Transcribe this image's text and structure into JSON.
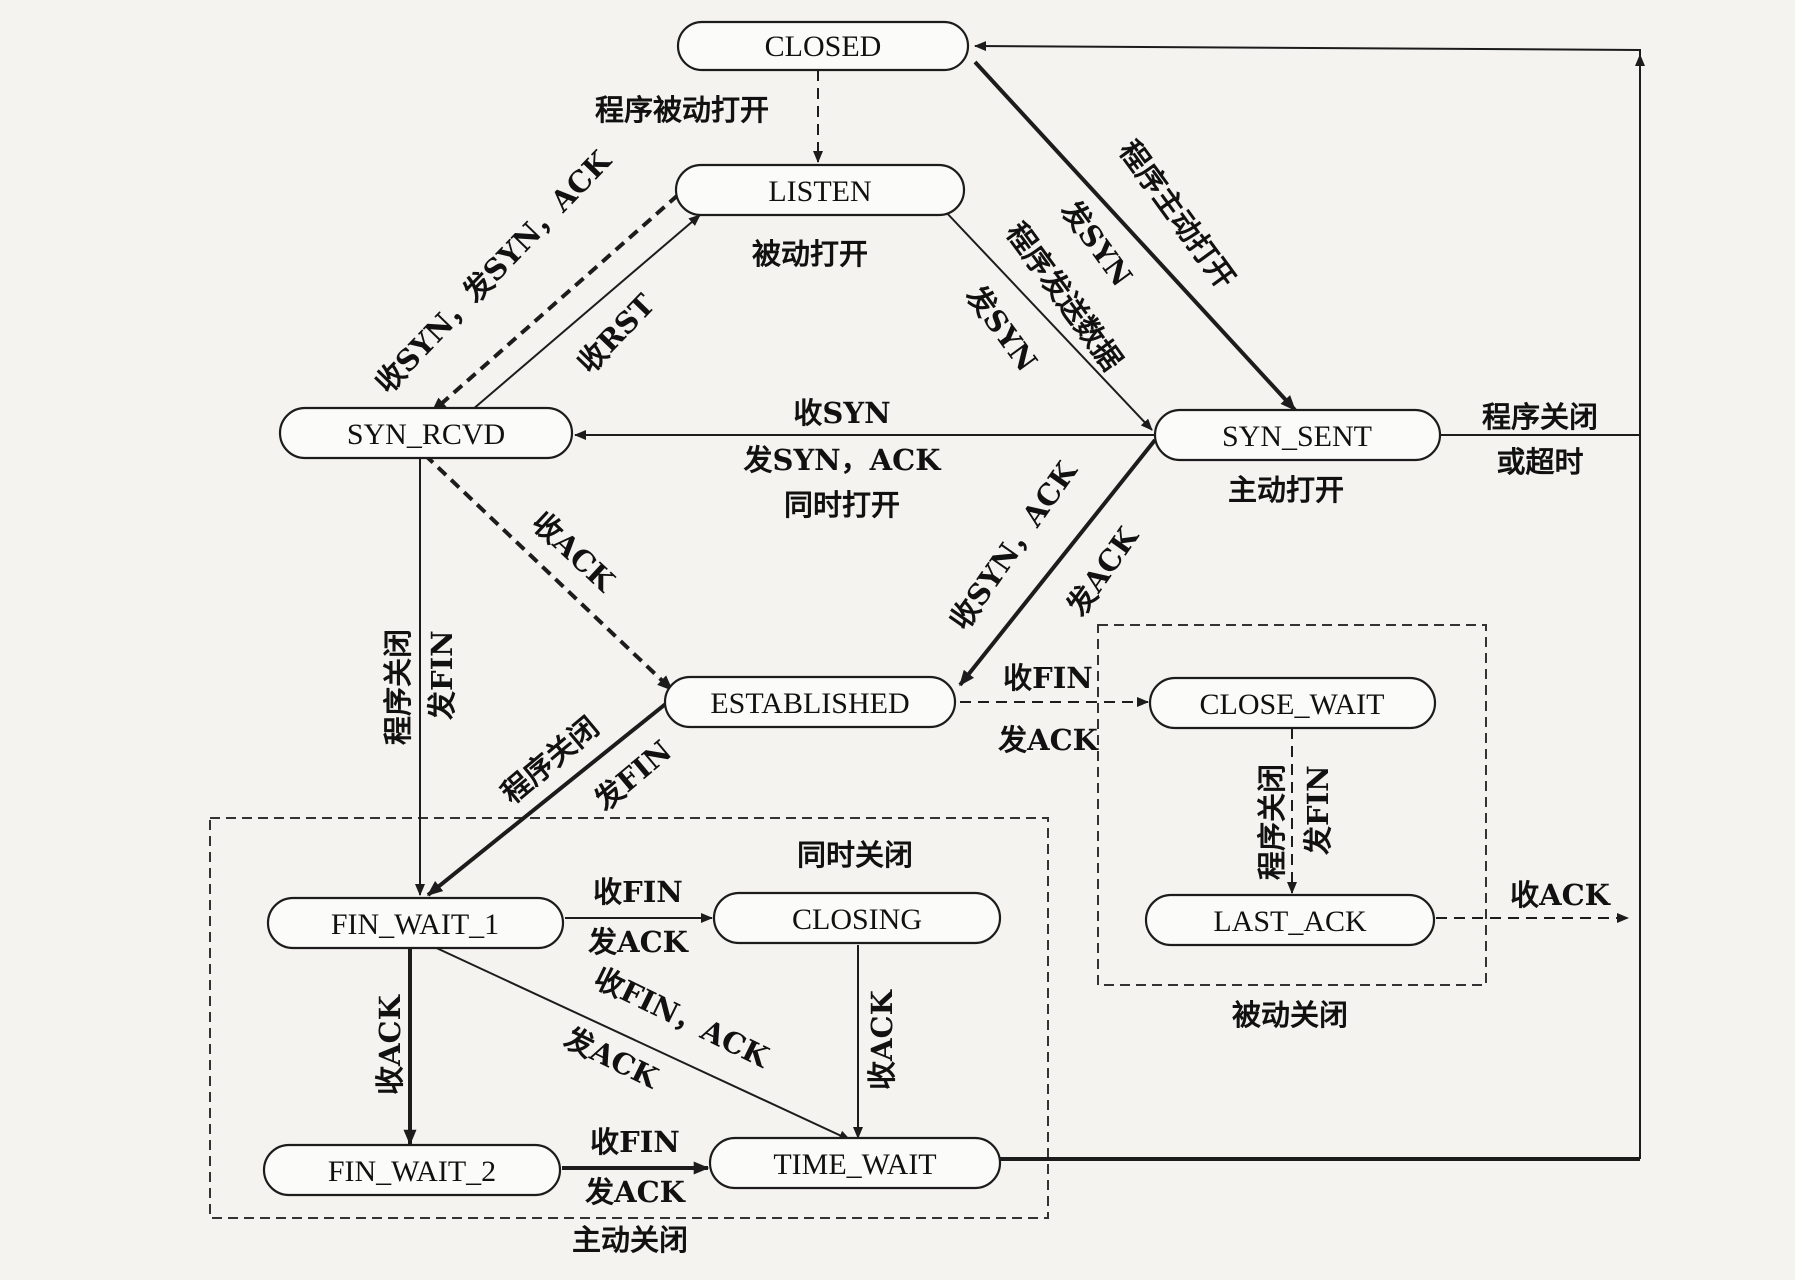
{
  "states": {
    "closed": "CLOSED",
    "listen": "LISTEN",
    "syn_rcvd": "SYN_RCVD",
    "syn_sent": "SYN_SENT",
    "established": "ESTABLISHED",
    "close_wait": "CLOSE_WAIT",
    "last_ack": "LAST_ACK",
    "fin_wait_1": "FIN_WAIT_1",
    "closing": "CLOSING",
    "fin_wait_2": "FIN_WAIT_2",
    "time_wait": "TIME_WAIT"
  },
  "labels": {
    "passive_open_program": "程序被动打开",
    "passive_open": "被动打开",
    "active_open": "主动打开",
    "program_active_open": "程序主动打开",
    "send_syn_closed": "发SYN",
    "program_send_data": "程序发送数据",
    "send_syn_listen": "发SYN",
    "recv_syn_send_synack": "收SYN，发SYN，ACK",
    "recv_rst": "收RST",
    "recv_syn_mid": "收SYN",
    "send_synack_mid": "发SYN，ACK",
    "simultaneous_open": "同时打开",
    "program_close_or_timeout_1": "程序关闭",
    "program_close_or_timeout_2": "或超时",
    "recv_ack_synrcvd": "收ACK",
    "recv_synack_synsent": "收SYN，ACK",
    "send_ack_synsent": "发ACK",
    "program_close_synrcvd": "程序关闭",
    "send_fin_synrcvd": "发FIN",
    "program_close_est": "程序关闭",
    "send_fin_est": "发FIN",
    "recv_fin_est": "收FIN",
    "send_ack_est": "发ACK",
    "program_close_cw": "程序关闭",
    "send_fin_cw": "发FIN",
    "recv_ack_lastack": "收ACK",
    "passive_close": "被动关闭",
    "simultaneous_close": "同时关闭",
    "recv_fin_fw1": "收FIN",
    "send_ack_fw1": "发ACK",
    "recv_ack_fw1": "收ACK",
    "recv_finack_fw1": "收FIN，ACK",
    "send_ack_fw1_diag": "发ACK",
    "recv_ack_closing": "收ACK",
    "recv_fin_fw2": "收FIN",
    "send_ack_fw2": "发ACK",
    "active_close": "主动关闭"
  }
}
